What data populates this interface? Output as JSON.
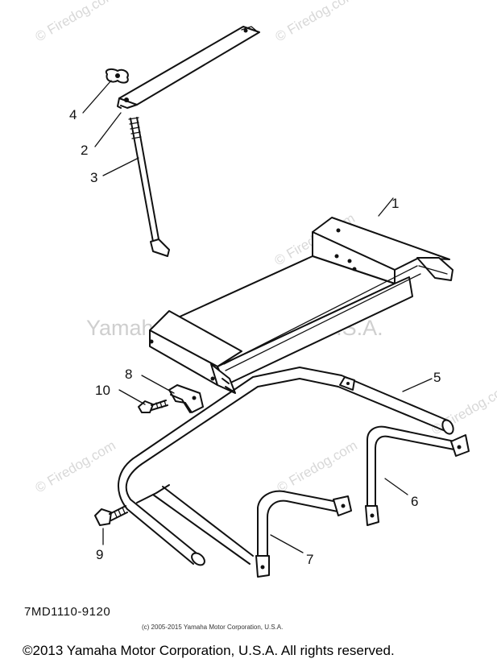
{
  "watermarks": {
    "firedog": "© Firedog.com",
    "yamaha": "Yamaha Motor Corp, ™ U.S.A."
  },
  "part_numbers": [
    "1",
    "2",
    "3",
    "4",
    "5",
    "6",
    "7",
    "8",
    "9",
    "10"
  ],
  "diagram_code": "7MD1110-9120",
  "small_copyright": "(c) 2005-2015 Yamaha Motor Corporation, U.S.A.",
  "footer_copyright": "©2013 Yamaha Motor Corporation, U.S.A. All rights reserved."
}
